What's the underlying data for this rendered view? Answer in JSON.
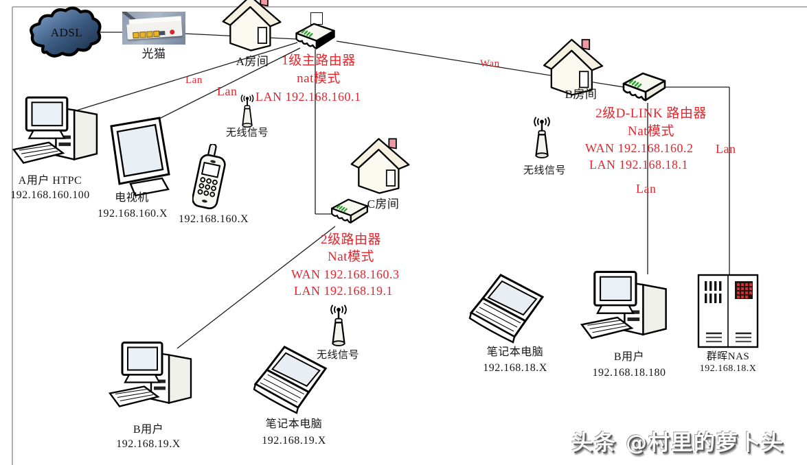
{
  "colors": {
    "accent_red": "#e8242c",
    "wire": "#1a1a1a",
    "border_gray": "#9a9a9a",
    "router_led_green": "#2ca02c",
    "cloud_blue": "#3a5a82"
  },
  "internet": {
    "label": "ADSL"
  },
  "modem": {
    "label": "光猫"
  },
  "rooms": {
    "a": "A房间",
    "b": "B房间",
    "c": "C房间"
  },
  "router_a": {
    "line1": "1级主路由器",
    "line2": "nat模式",
    "line3": "LAN 192.168.160.1"
  },
  "router_b": {
    "line1": "2级D-LINK 路由器",
    "line2": "Nat模式",
    "line3": "WAN 192.168.160.2",
    "line4": "LAN 192.168.18.1"
  },
  "router_c": {
    "line1": "2级路由器",
    "line2": "Nat模式",
    "line3": "WAN 192.168.160.3",
    "line4": "LAN 192.168.19.1"
  },
  "links": {
    "lan_a1": "Lan",
    "lan_a2": "Lan",
    "wan_b": "Wan",
    "lan_b_nas": "Lan",
    "lan_b_pc": "Lan"
  },
  "wireless": {
    "a": "无线信号",
    "b": "无线信号",
    "c": "无线信号"
  },
  "devices": {
    "htpc": {
      "name": "A用户 HTPC",
      "ip": "192.168.160.100"
    },
    "tv": {
      "name": "电视机",
      "ip": "192.168.160.X"
    },
    "phone": {
      "ip": "192.168.160.X"
    },
    "pc_b19": {
      "name": "B用户",
      "ip": "192.168.19.X"
    },
    "laptop_19": {
      "name": "笔记本电脑",
      "ip": "192.168.19.X"
    },
    "laptop_18": {
      "name": "笔记本电脑",
      "ip": "192.168.18.X"
    },
    "pc_b18": {
      "name": "B用户",
      "ip": "192.168.18.180"
    },
    "nas": {
      "name": "群晖NAS",
      "ip": "192.168.18.X"
    }
  },
  "watermark": "头条 @村里的萝卜头"
}
